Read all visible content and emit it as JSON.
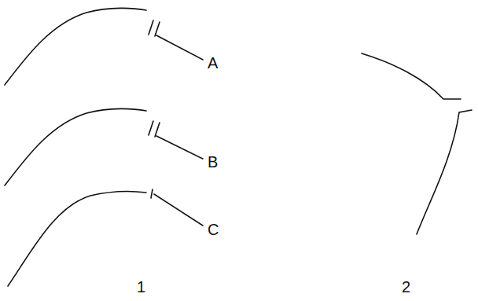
{
  "diagram": {
    "labels": [
      "A",
      "B",
      "C",
      "1",
      "2"
    ]
  }
}
